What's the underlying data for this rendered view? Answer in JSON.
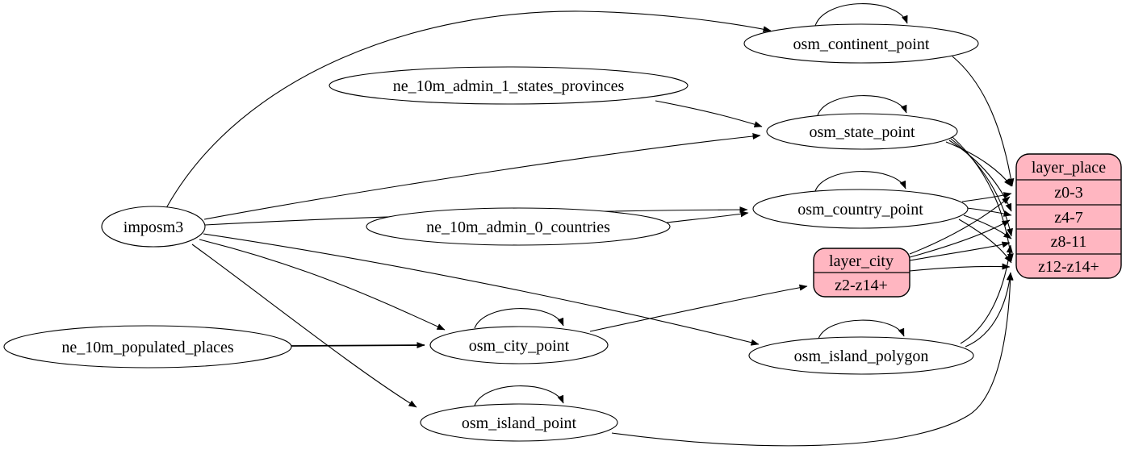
{
  "diagram": {
    "kind": "etl-dependency-graph",
    "direction": "left-to-right",
    "background": "#ffffff",
    "colors": {
      "node_fill": "#ffffff",
      "record_fill": "#ffb6c1",
      "stroke": "#000000",
      "text": "#000000"
    },
    "nodes": {
      "imposm3": {
        "label": "imposm3",
        "shape": "ellipse"
      },
      "ne_10m_admin_1_states_provinces": {
        "label": "ne_10m_admin_1_states_provinces",
        "shape": "ellipse"
      },
      "ne_10m_admin_0_countries": {
        "label": "ne_10m_admin_0_countries",
        "shape": "ellipse"
      },
      "ne_10m_populated_places": {
        "label": "ne_10m_populated_places",
        "shape": "ellipse"
      },
      "osm_continent_point": {
        "label": "osm_continent_point",
        "shape": "ellipse"
      },
      "osm_state_point": {
        "label": "osm_state_point",
        "shape": "ellipse"
      },
      "osm_country_point": {
        "label": "osm_country_point",
        "shape": "ellipse"
      },
      "osm_city_point": {
        "label": "osm_city_point",
        "shape": "ellipse"
      },
      "osm_island_polygon": {
        "label": "osm_island_polygon",
        "shape": "ellipse"
      },
      "osm_island_point": {
        "label": "osm_island_point",
        "shape": "ellipse"
      },
      "layer_city": {
        "label": "layer_city",
        "shape": "record",
        "rows": [
          "z2-z14+"
        ]
      },
      "layer_place": {
        "label": "layer_place",
        "shape": "record",
        "rows": [
          "z0-3",
          "z4-7",
          "z8-11",
          "z12-z14+"
        ]
      }
    },
    "edges": [
      {
        "from": "imposm3",
        "to": "osm_continent_point"
      },
      {
        "from": "imposm3",
        "to": "osm_state_point"
      },
      {
        "from": "imposm3",
        "to": "osm_country_point"
      },
      {
        "from": "imposm3",
        "to": "osm_city_point"
      },
      {
        "from": "imposm3",
        "to": "osm_island_polygon"
      },
      {
        "from": "imposm3",
        "to": "osm_island_point"
      },
      {
        "from": "ne_10m_admin_1_states_provinces",
        "to": "osm_state_point"
      },
      {
        "from": "ne_10m_admin_0_countries",
        "to": "osm_country_point"
      },
      {
        "from": "ne_10m_populated_places",
        "to": "osm_city_point"
      },
      {
        "from": "osm_continent_point",
        "to": "osm_continent_point"
      },
      {
        "from": "osm_state_point",
        "to": "osm_state_point"
      },
      {
        "from": "osm_country_point",
        "to": "osm_country_point"
      },
      {
        "from": "osm_city_point",
        "to": "osm_city_point"
      },
      {
        "from": "osm_island_polygon",
        "to": "osm_island_polygon"
      },
      {
        "from": "osm_island_point",
        "to": "osm_island_point"
      },
      {
        "from": "osm_continent_point",
        "to": "layer_place.z0-3"
      },
      {
        "from": "osm_state_point",
        "to": "layer_place.z0-3"
      },
      {
        "from": "osm_state_point",
        "to": "layer_place.z4-7"
      },
      {
        "from": "osm_state_point",
        "to": "layer_place.z8-11"
      },
      {
        "from": "osm_state_point",
        "to": "layer_place.z12-z14+"
      },
      {
        "from": "osm_country_point",
        "to": "layer_place.z0-3"
      },
      {
        "from": "osm_country_point",
        "to": "layer_place.z4-7"
      },
      {
        "from": "osm_country_point",
        "to": "layer_place.z8-11"
      },
      {
        "from": "osm_country_point",
        "to": "layer_place.z12-z14+"
      },
      {
        "from": "osm_city_point",
        "to": "layer_city.z2-z14+"
      },
      {
        "from": "layer_city",
        "to": "layer_place.z0-3"
      },
      {
        "from": "layer_city",
        "to": "layer_place.z4-7"
      },
      {
        "from": "layer_city",
        "to": "layer_place.z8-11"
      },
      {
        "from": "layer_city",
        "to": "layer_place.z12-z14+"
      },
      {
        "from": "osm_island_polygon",
        "to": "layer_place.z8-11"
      },
      {
        "from": "osm_island_polygon",
        "to": "layer_place.z12-z14+"
      },
      {
        "from": "osm_island_point",
        "to": "layer_place.z12-z14+"
      }
    ]
  }
}
